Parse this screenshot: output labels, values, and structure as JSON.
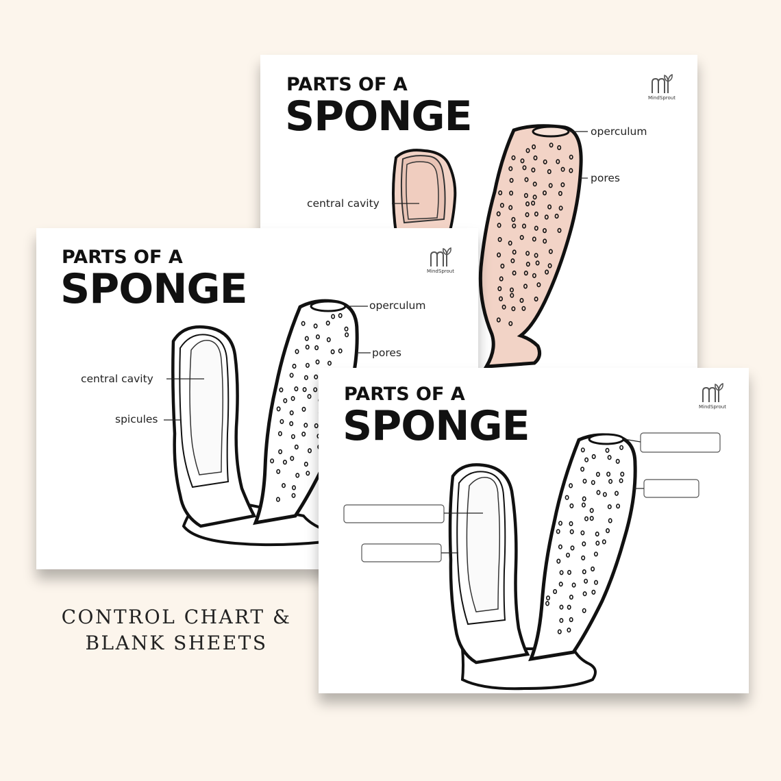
{
  "sheets": {
    "colored": {
      "title_line1": "PARTS OF A",
      "title_line2": "SPONGE",
      "logo_text": "MindSprout",
      "labels": {
        "operculum": "operculum",
        "pores": "pores",
        "central_cavity": "central cavity"
      },
      "fill_color": "#f2d3c6"
    },
    "control": {
      "title_line1": "PARTS OF A",
      "title_line2": "SPONGE",
      "logo_text": "MindSprout",
      "labels": {
        "operculum": "operculum",
        "pores": "pores",
        "central_cavity": "central cavity",
        "spicules": "spicules"
      }
    },
    "blank": {
      "title_line1": "PARTS OF A",
      "title_line2": "SPONGE",
      "logo_text": "MindSprout",
      "blank_label_count": 4
    }
  },
  "caption": {
    "line1": "CONTROL CHART &",
    "line2": "BLANK SHEETS"
  }
}
